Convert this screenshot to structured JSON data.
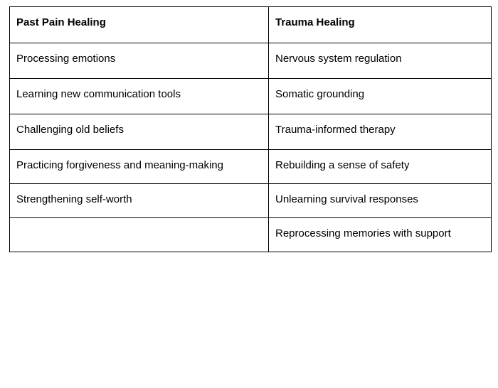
{
  "document": {
    "type": "comparison-table",
    "background_color": "#ffffff",
    "text_color": "#000000",
    "border_color": "#000000"
  },
  "table": {
    "columns": [
      {
        "key": "past_pain_healing",
        "header": "Past Pain Healing"
      },
      {
        "key": "trauma_healing",
        "header": "Trauma Healing"
      }
    ],
    "rows": [
      {
        "left": "Processing emotions",
        "right": "Nervous system regulation"
      },
      {
        "left": "Learning new communication tools",
        "right": "Somatic grounding"
      },
      {
        "left": "Challenging old beliefs",
        "right": "Trauma-informed therapy"
      },
      {
        "left": "Practicing forgiveness and meaning-making",
        "right": "Rebuilding a sense of safety"
      },
      {
        "left": "Strengthening self-worth",
        "right": "Unlearning survival responses"
      },
      {
        "left": "",
        "right": "Reprocessing memories with support"
      }
    ]
  }
}
